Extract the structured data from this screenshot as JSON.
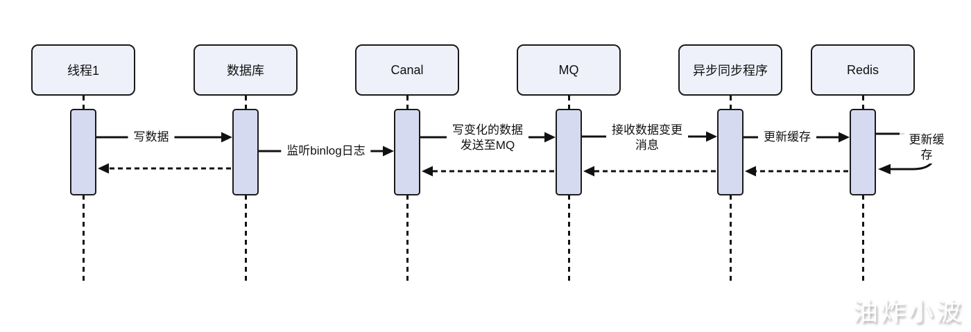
{
  "diagram": {
    "type": "sequence-diagram",
    "actors": [
      {
        "label": "线程1"
      },
      {
        "label": "数据库"
      },
      {
        "label": "Canal"
      },
      {
        "label": "MQ"
      },
      {
        "label": "异步同步程序"
      },
      {
        "label": "Redis"
      }
    ],
    "messages": [
      {
        "from": "线程1",
        "to": "数据库",
        "label": "写数据",
        "style": "solid"
      },
      {
        "from": "数据库",
        "to": "线程1",
        "label": "",
        "style": "dashed-return"
      },
      {
        "from": "数据库",
        "to": "Canal",
        "label": "监听binlog日志",
        "style": "solid"
      },
      {
        "from": "Canal",
        "to": "MQ",
        "label": "写变化的数据\n发送至MQ",
        "style": "solid"
      },
      {
        "from": "MQ",
        "to": "Canal",
        "label": "",
        "style": "dashed-return"
      },
      {
        "from": "MQ",
        "to": "异步同步程序",
        "label": "接收数据变更\n消息",
        "style": "solid"
      },
      {
        "from": "异步同步程序",
        "to": "MQ",
        "label": "",
        "style": "dashed-return"
      },
      {
        "from": "异步同步程序",
        "to": "Redis",
        "label": "更新缓存",
        "style": "solid"
      },
      {
        "from": "Redis",
        "to": "异步同步程序",
        "label": "",
        "style": "dashed-return"
      },
      {
        "from": "Redis",
        "to": "Redis",
        "label": "更新缓存",
        "style": "self-loop"
      }
    ],
    "watermark": "油炸小波",
    "colors": {
      "actor_fill": "#eef0fa",
      "activation_fill": "#d5daf1",
      "stroke": "#111111",
      "background": "#ffffff"
    }
  }
}
